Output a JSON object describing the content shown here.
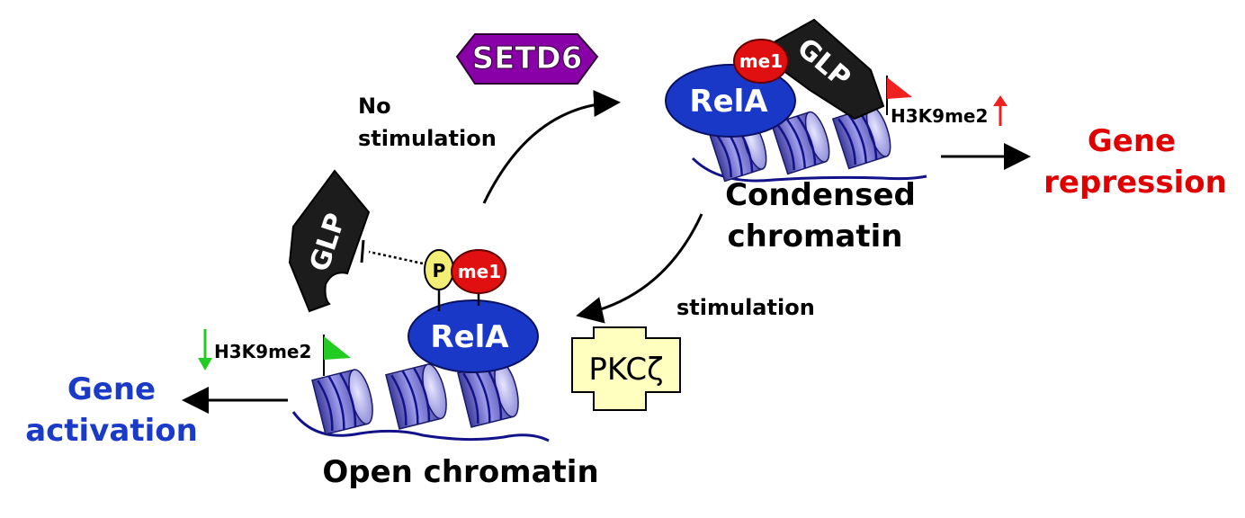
{
  "labels": {
    "setd6": "SETD6",
    "no_stimulation_line1": "No",
    "no_stimulation_line2": "stimulation",
    "stimulation": "stimulation",
    "gene_repression_line1": "Gene",
    "gene_repression_line2": "repression",
    "gene_activation_line1": "Gene",
    "gene_activation_line2": "activation",
    "condensed_line1": "Condensed",
    "condensed_line2": "chromatin",
    "open_chromatin": "Open chromatin",
    "pkc": "PKCζ",
    "h3k9me2": "H3K9me2",
    "glp": "GLP",
    "rela": "RelA",
    "me1": "me1",
    "phospho": "P"
  },
  "colors": {
    "setd6_fill": "#8a00a8",
    "rela_fill": "#1a38c8",
    "me1_fill": "#e01010",
    "phospho_fill": "#f3ef76",
    "glp_fill": "#1c1c1c",
    "nucleosome": "#6a68c6",
    "dna": "#12128a",
    "pkc_fill": "#ffffc0",
    "repression_text": "#e00000",
    "activation_text": "#1a3ac8",
    "flag_red": "#ee2020",
    "flag_green": "#22cc22"
  }
}
